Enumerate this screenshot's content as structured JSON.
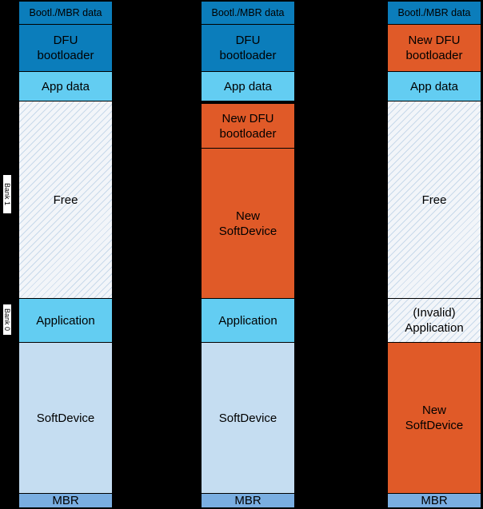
{
  "bank_labels": [
    "Bank 1",
    "Bank 0"
  ],
  "columns": [
    {
      "blocks": [
        {
          "label": "Bootl./MBR data",
          "kind": "dfu"
        },
        {
          "label": "DFU\nbootloader",
          "kind": "dfu"
        },
        {
          "label": "App data",
          "kind": "app"
        },
        {
          "label": "Free",
          "kind": "free"
        },
        {
          "label": "Application",
          "kind": "app"
        },
        {
          "label": "SoftDevice",
          "kind": "softdevice"
        },
        {
          "label": "MBR",
          "kind": "mbr"
        }
      ]
    },
    {
      "blocks": [
        {
          "label": "Bootl./MBR data",
          "kind": "dfu"
        },
        {
          "label": "DFU\nbootloader",
          "kind": "dfu"
        },
        {
          "label": "App data",
          "kind": "app"
        },
        {
          "label": "New DFU\nbootloader",
          "kind": "new"
        },
        {
          "label": "New\nSoftDevice",
          "kind": "new"
        },
        {
          "label": "Application",
          "kind": "app"
        },
        {
          "label": "SoftDevice",
          "kind": "softdevice"
        },
        {
          "label": "MBR",
          "kind": "mbr"
        }
      ]
    },
    {
      "blocks": [
        {
          "label": "Bootl./MBR data",
          "kind": "dfu"
        },
        {
          "label": "New DFU\nbootloader",
          "kind": "new"
        },
        {
          "label": "App data",
          "kind": "app"
        },
        {
          "label": "Free",
          "kind": "free"
        },
        {
          "label": "(Invalid)\nApplication",
          "kind": "invalid"
        },
        {
          "label": "New\nSoftDevice",
          "kind": "new"
        },
        {
          "label": "MBR",
          "kind": "mbr"
        }
      ]
    }
  ]
}
